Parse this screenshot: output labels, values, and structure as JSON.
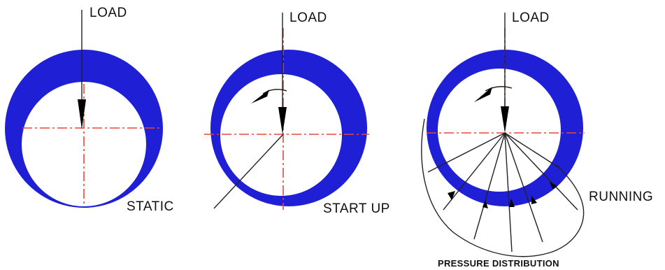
{
  "labels": {
    "load_1": "LOAD",
    "load_2": "LOAD",
    "load_3": "LOAD",
    "static": "STATIC",
    "start_up": "START UP",
    "running": "RUNNING",
    "pressure_distribution": "PRESSURE DISTRIBUTION"
  },
  "colors": {
    "bearing": "#1f1fd6",
    "centerline": "#e8463c",
    "ink": "#111111"
  }
}
